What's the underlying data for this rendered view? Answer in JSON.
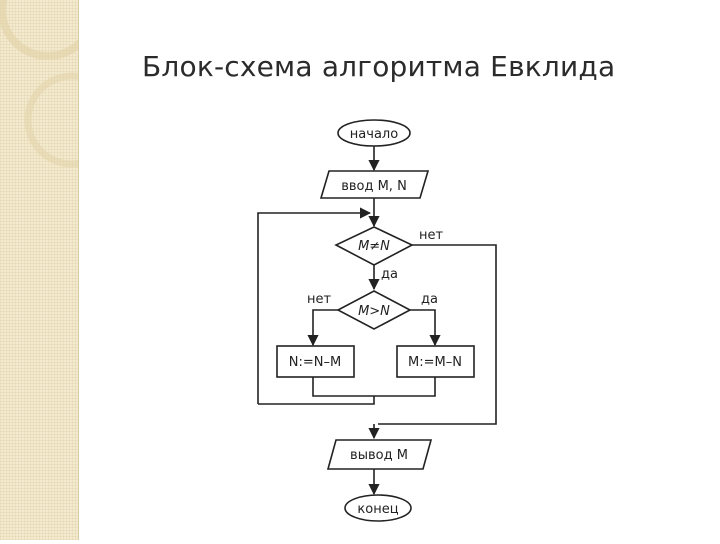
{
  "slide": {
    "title": "Блок-схема алгоритма Евклида"
  },
  "flowchart": {
    "start": "начало",
    "input": "ввод M, N",
    "condition1": "M≠N",
    "condition1_no": "нет",
    "condition1_yes": "да",
    "condition2": "M>N",
    "condition2_no": "нет",
    "condition2_yes": "да",
    "assign_left": "N:=N–M",
    "assign_right": "M:=M–N",
    "output": "вывод M",
    "end": "конец"
  },
  "colors": {
    "background": "#ffffff",
    "sidebar": "#f3ead0",
    "title": "#2b2b2b",
    "lines": "#222222"
  }
}
